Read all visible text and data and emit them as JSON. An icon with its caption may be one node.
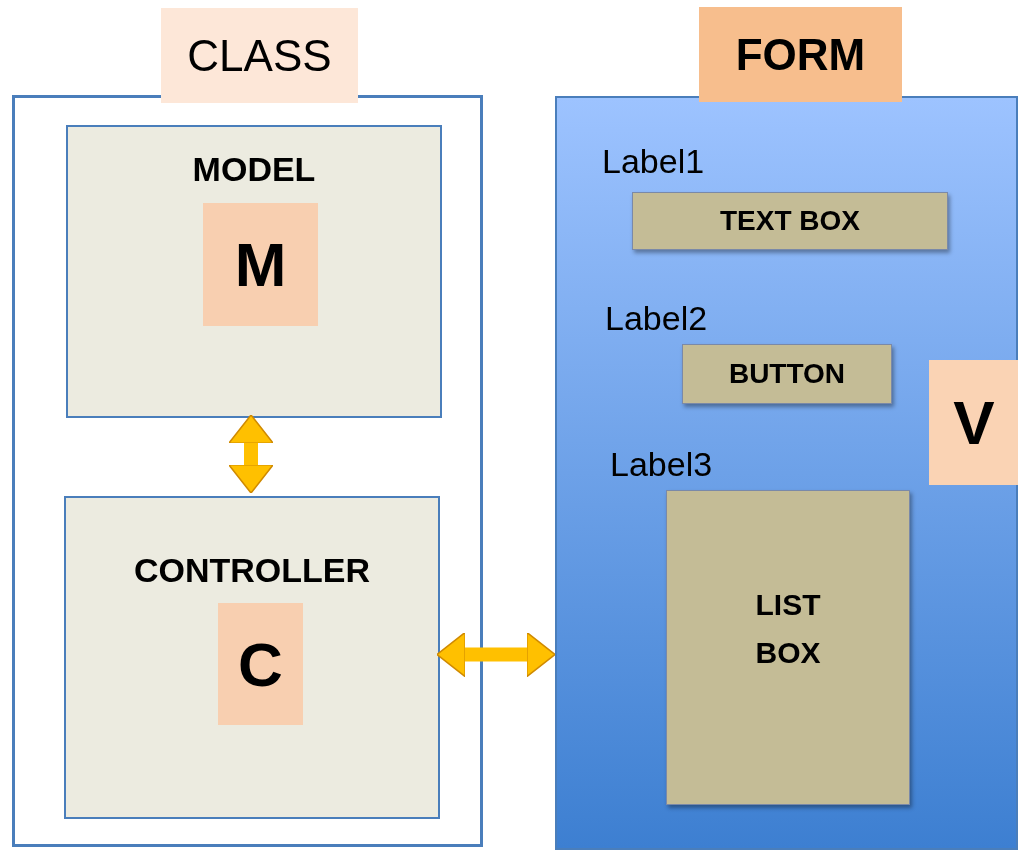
{
  "diagram": {
    "nodes": [
      {
        "text": [
          "CLASS"
        ]
      },
      {
        "text": [
          "MODEL"
        ],
        "in": 0
      },
      {
        "text": [
          "M"
        ],
        "in": 1
      },
      {
        "text": [
          "CONTROLLER"
        ],
        "in": 0
      },
      {
        "text": [
          "C"
        ],
        "in": 3
      },
      {
        "text": [
          "FORM"
        ]
      },
      {
        "text": [
          "TEXT BOX"
        ],
        "in": 5,
        "beside": [
          "Label1"
        ]
      },
      {
        "text": [
          "BUTTON"
        ],
        "in": 5,
        "beside": [
          "Label2"
        ]
      },
      {
        "text": [
          "V"
        ],
        "in": 5
      },
      {
        "text": [
          "LIST BOX"
        ],
        "in": 5,
        "beside": [
          "Label3"
        ]
      }
    ],
    "edges": [
      {
        "from": 1,
        "to": 3,
        "arrow": "both"
      },
      {
        "from": 3,
        "to": 5,
        "arrow": "both"
      }
    ]
  }
}
